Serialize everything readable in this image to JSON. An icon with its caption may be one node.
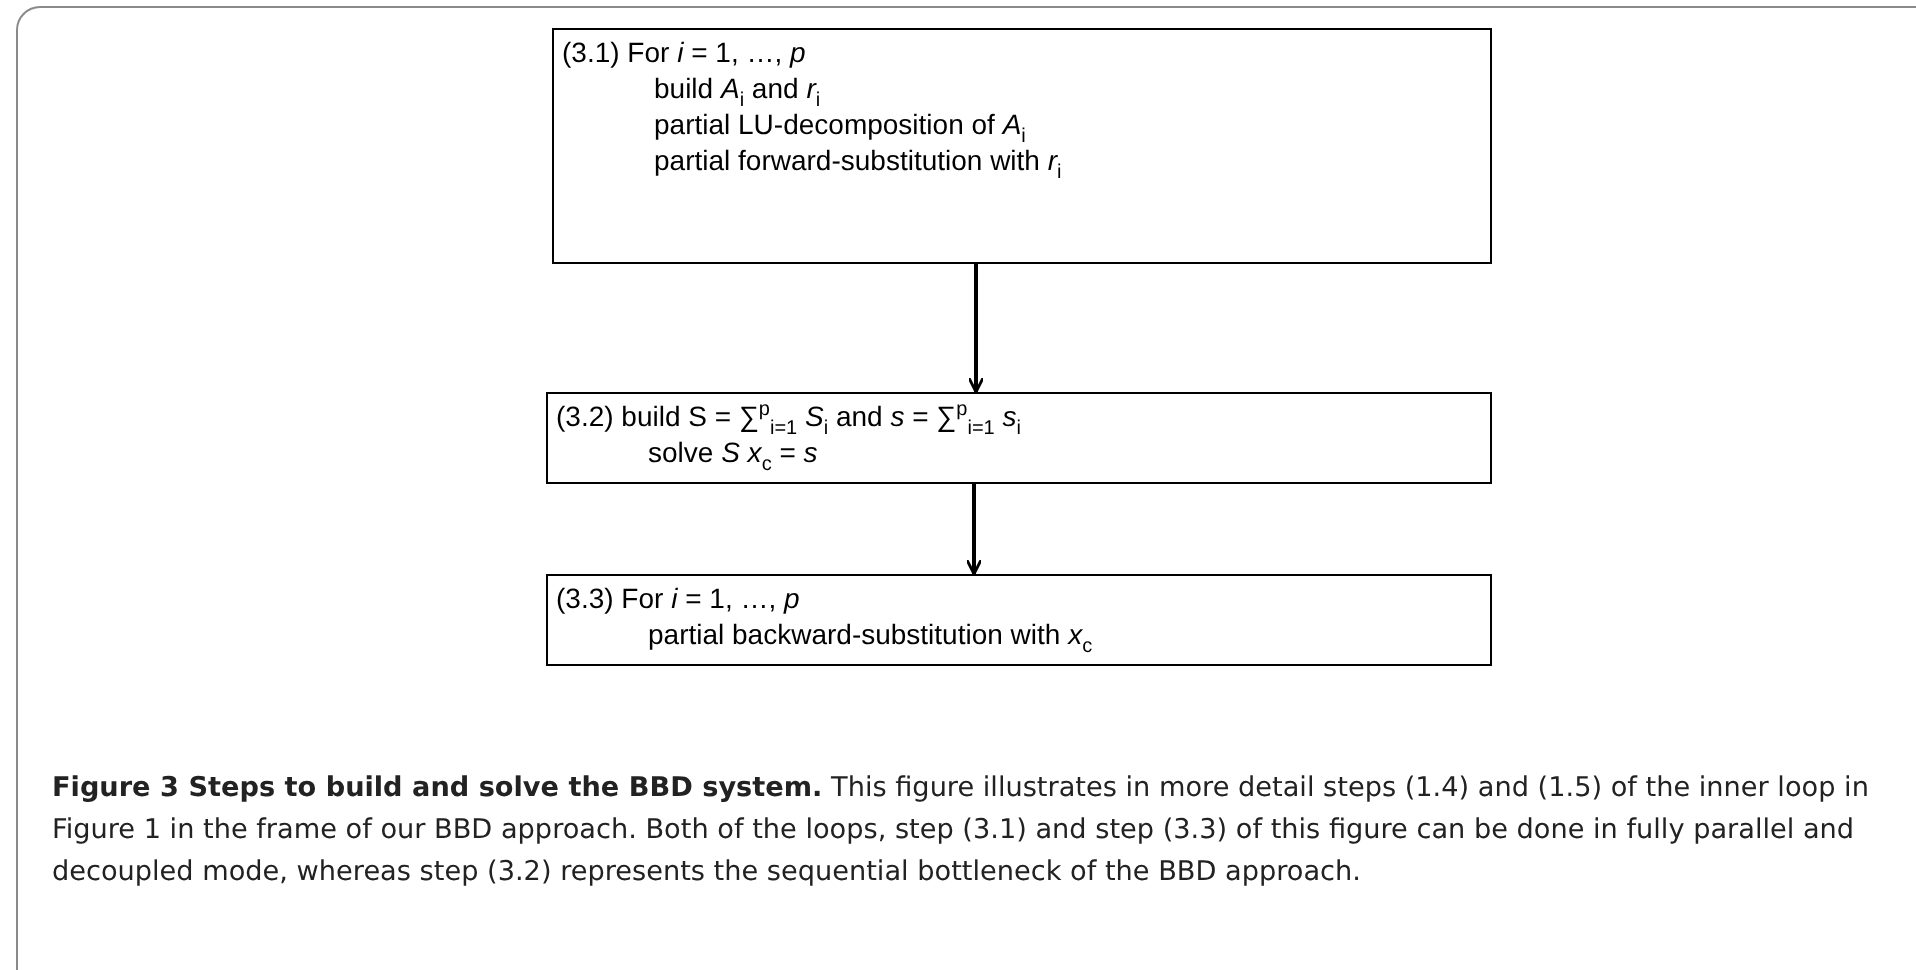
{
  "diagram": {
    "caption": "**Figure 3  Steps to build and solve the BBD system.** This figure illustrates in more detail steps (1.4) and (1.5) of the inner loop in Figure 1 in the frame of our BBD approach. Both of the loops, step (3.1) and step (3.3) of this figure can be done in fully parallel and decoupled mode, whereas step (3.2) represents the sequential bottleneck of the BBD approach.",
    "nodes": [
      {
        "text": [
          "(3.1) For  *i* = 1, …, *p*",
          "build *A*$_{i}$ and *r*$_{i}$",
          "partial LU-decomposition of  *A*$_{i}$",
          "partial forward-substitution with  *r*$_{i}$"
        ]
      },
      {
        "text": [
          "(3.2) build S = ∑$^{p}$$_{i=1}$ *S*$_{i}$  and *s* = ∑$^{p}$$_{i=1}$ *s*$_{i}$",
          "solve *S x*$_{c}$ = *s*"
        ]
      },
      {
        "text": [
          "(3.3) For  *i* = 1, …, *p*",
          "partial backward-substitution with  *x*$_{c}$"
        ]
      }
    ],
    "edges": [
      {
        "from": 0,
        "to": 1,
        "arrow": "to"
      },
      {
        "from": 1,
        "to": 2,
        "arrow": "to"
      }
    ]
  }
}
